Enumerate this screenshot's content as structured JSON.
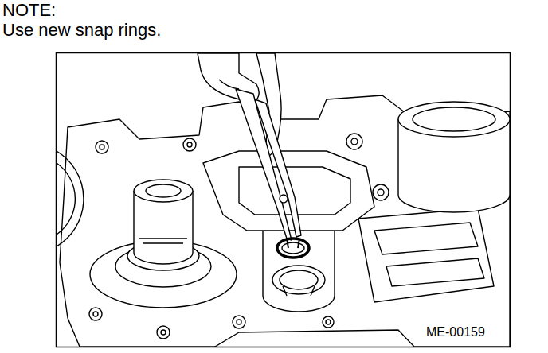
{
  "diagram": {
    "labels": [
      "NOTE:",
      "Use new snap rings.",
      "ME-00159"
    ]
  }
}
